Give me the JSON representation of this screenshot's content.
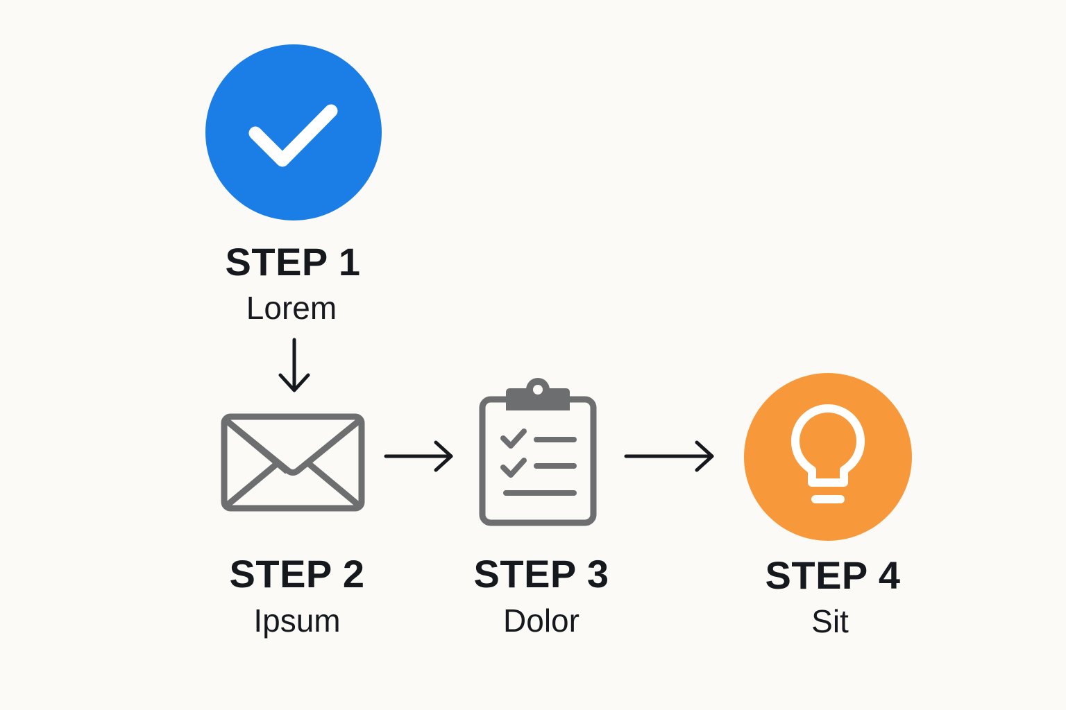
{
  "steps": [
    {
      "title": "STEP 1",
      "label": "Lorem",
      "icon": "check-icon",
      "color": "#1a7ee6"
    },
    {
      "title": "STEP 2",
      "label": "Ipsum",
      "icon": "envelope-icon",
      "color": "#6c6e70"
    },
    {
      "title": "STEP 3",
      "label": "Dolor",
      "icon": "clipboard-checklist-icon",
      "color": "#6c6e70"
    },
    {
      "title": "STEP 4",
      "label": "Sit",
      "icon": "lightbulb-icon",
      "color": "#f7993a"
    }
  ],
  "colors": {
    "background": "#fbfaf7",
    "text": "#15181c",
    "arrow": "#15181c"
  }
}
